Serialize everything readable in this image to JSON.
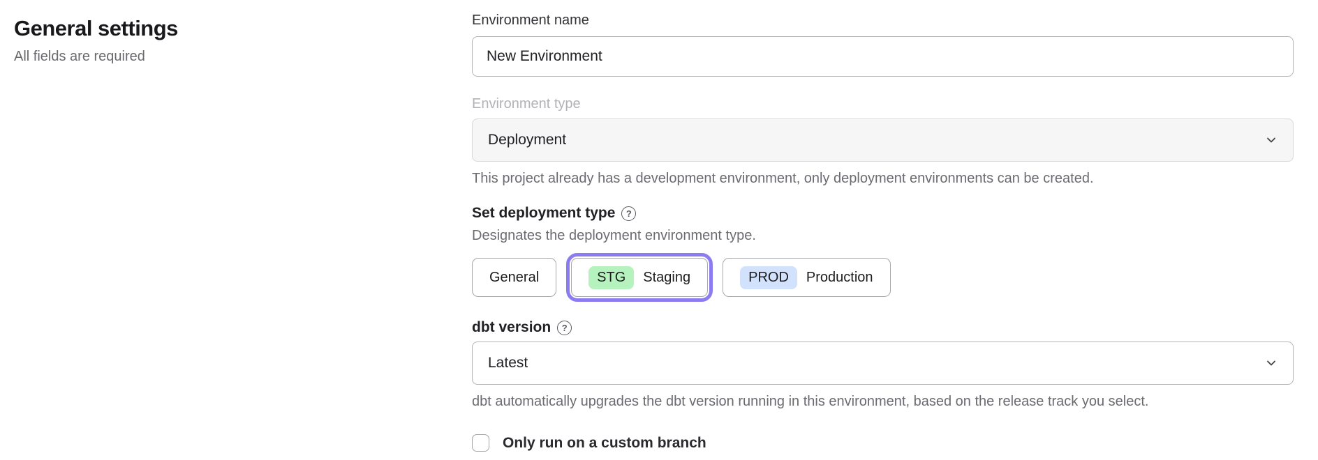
{
  "header": {
    "title": "General settings",
    "subtitle": "All fields are required"
  },
  "form": {
    "environment_name": {
      "label": "Environment name",
      "value": "New Environment"
    },
    "environment_type": {
      "label": "Environment type",
      "value": "Deployment",
      "helper": "This project already has a development environment, only deployment environments can be created."
    },
    "deployment_type": {
      "label": "Set deployment type",
      "help_icon": "?",
      "description": "Designates the deployment environment type.",
      "options": [
        {
          "label": "General",
          "badge": "",
          "selected": false
        },
        {
          "label": "Staging",
          "badge": "STG",
          "selected": true
        },
        {
          "label": "Production",
          "badge": "PROD",
          "selected": false
        }
      ]
    },
    "dbt_version": {
      "label": "dbt version",
      "help_icon": "?",
      "value": "Latest",
      "helper": "dbt automatically upgrades the dbt version running in this environment, based on the release track you select."
    },
    "custom_branch": {
      "label": "Only run on a custom branch",
      "checked": false
    }
  },
  "colors": {
    "accent_ring": "#8b7cf1",
    "staging_badge": "#b5f2bd",
    "production_badge": "#d3e2fc",
    "disabled_field_bg": "#f6f6f7",
    "helper_text": "#6a6b70"
  }
}
